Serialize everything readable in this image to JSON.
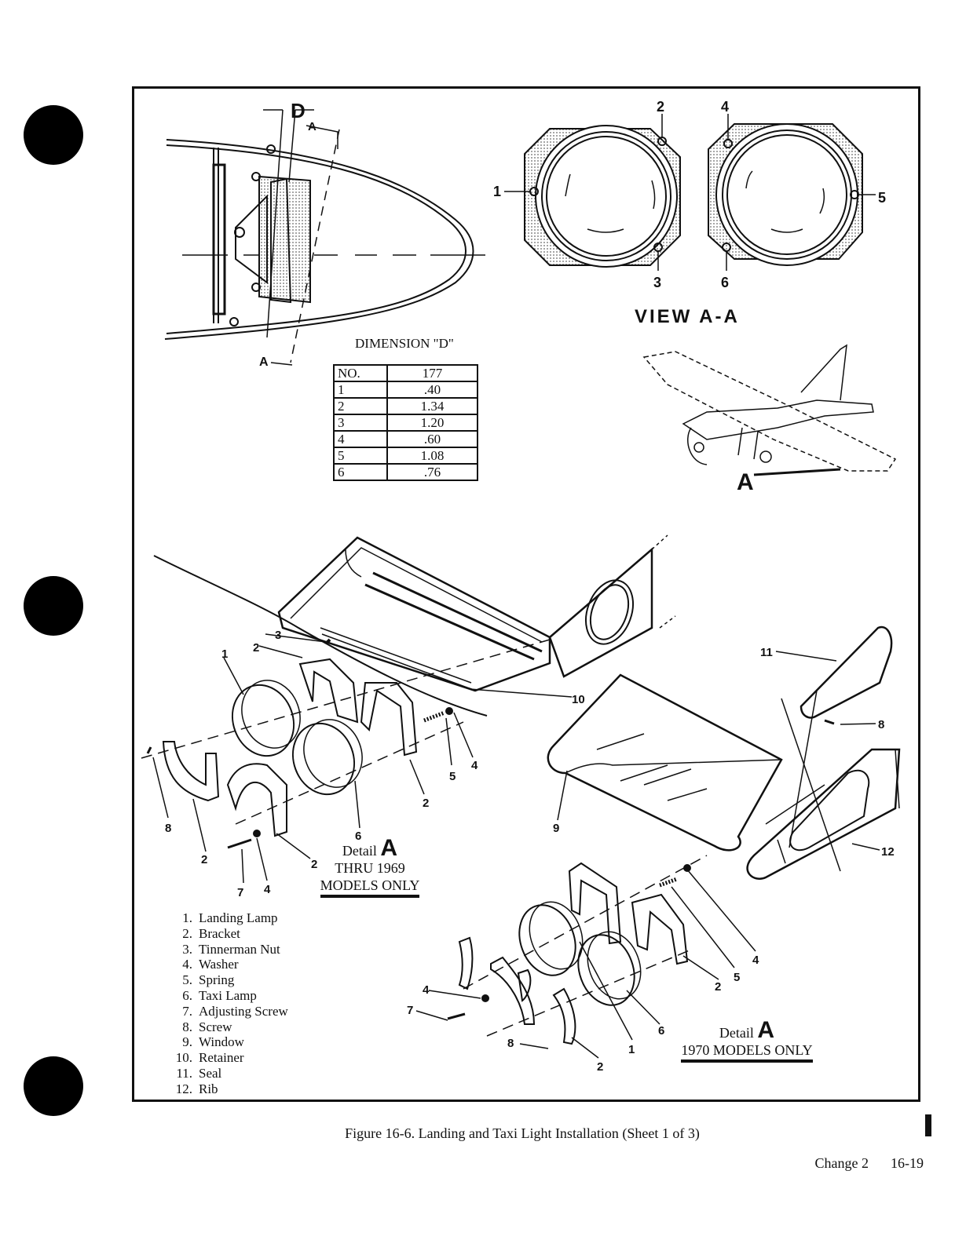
{
  "dimension_table": {
    "title": "DIMENSION \"D\"",
    "header": [
      "NO.",
      "177"
    ],
    "rows": [
      [
        "1",
        ".40"
      ],
      [
        "2",
        "1.34"
      ],
      [
        "3",
        "1.20"
      ],
      [
        "4",
        ".60"
      ],
      [
        "5",
        "1.08"
      ],
      [
        "6",
        ".76"
      ]
    ]
  },
  "labels": {
    "d": "D",
    "a": "A",
    "view": "VIEW  A-A",
    "n1": "1",
    "n2": "2",
    "n3": "3",
    "n4": "4",
    "n5": "5",
    "n6": "6",
    "n7": "7",
    "n8": "8",
    "n9": "9",
    "n10": "10",
    "n11": "11",
    "n12": "12"
  },
  "detail_1": {
    "word": "Detail",
    "letter": "A",
    "line1": "THRU 1969",
    "line2": "MODELS ONLY"
  },
  "detail_2": {
    "word": "Detail",
    "letter": "A",
    "line1": "1970 MODELS ONLY"
  },
  "legend": [
    {
      "n": "1",
      "text": "Landing Lamp"
    },
    {
      "n": "2",
      "text": "Bracket"
    },
    {
      "n": "3",
      "text": "Tinnerman Nut"
    },
    {
      "n": "4",
      "text": "Washer"
    },
    {
      "n": "5",
      "text": "Spring"
    },
    {
      "n": "6",
      "text": "Taxi Lamp"
    },
    {
      "n": "7",
      "text": "Adjusting Screw"
    },
    {
      "n": "8",
      "text": "Screw"
    },
    {
      "n": "9",
      "text": "Window"
    },
    {
      "n": "10",
      "text": "Retainer"
    },
    {
      "n": "11",
      "text": "Seal"
    },
    {
      "n": "12",
      "text": "Rib"
    }
  ],
  "caption": "Figure 16-6.   Landing and Taxi Light Installation (Sheet 1 of 3)",
  "footer": {
    "change": "Change 2",
    "page": "16-19"
  }
}
